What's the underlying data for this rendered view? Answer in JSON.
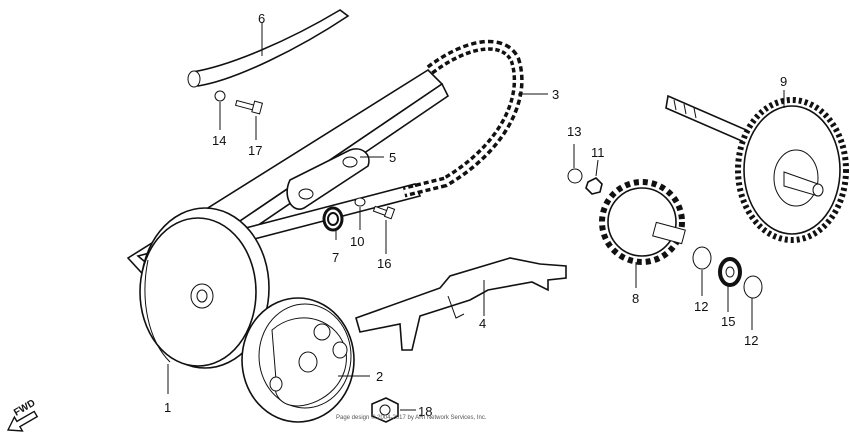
{
  "callouts": {
    "p1": "1",
    "p2": "2",
    "p3": "3",
    "p4": "4",
    "p5": "5",
    "p6": "6",
    "p7": "7",
    "p8": "8",
    "p9": "9",
    "p10": "10",
    "p11": "11",
    "p12a": "12",
    "p12b": "12",
    "p13": "13",
    "p14": "14",
    "p15": "15",
    "p16": "16",
    "p17": "17",
    "p18": "18"
  },
  "fwd_label": "FWD",
  "footer_text": "Page design © 2004-2017 by ARI Network Services, Inc."
}
